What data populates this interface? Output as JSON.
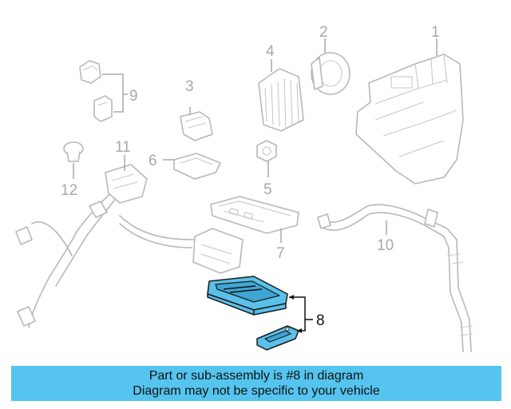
{
  "callouts": {
    "c1": "1",
    "c2": "2",
    "c3": "3",
    "c4": "4",
    "c5": "5",
    "c6": "6",
    "c7": "7",
    "c8": "8",
    "c9": "9",
    "c10": "10",
    "c11": "11",
    "c12": "12"
  },
  "highlighted_part": "8",
  "colors": {
    "highlight": "#5bc0ea",
    "banner": "#55c4ee",
    "line_art": "#b8b8b8"
  },
  "banner": {
    "line1": "Part or sub-assembly is #8 in diagram",
    "line2": "Diagram may not be specific to your vehicle"
  }
}
